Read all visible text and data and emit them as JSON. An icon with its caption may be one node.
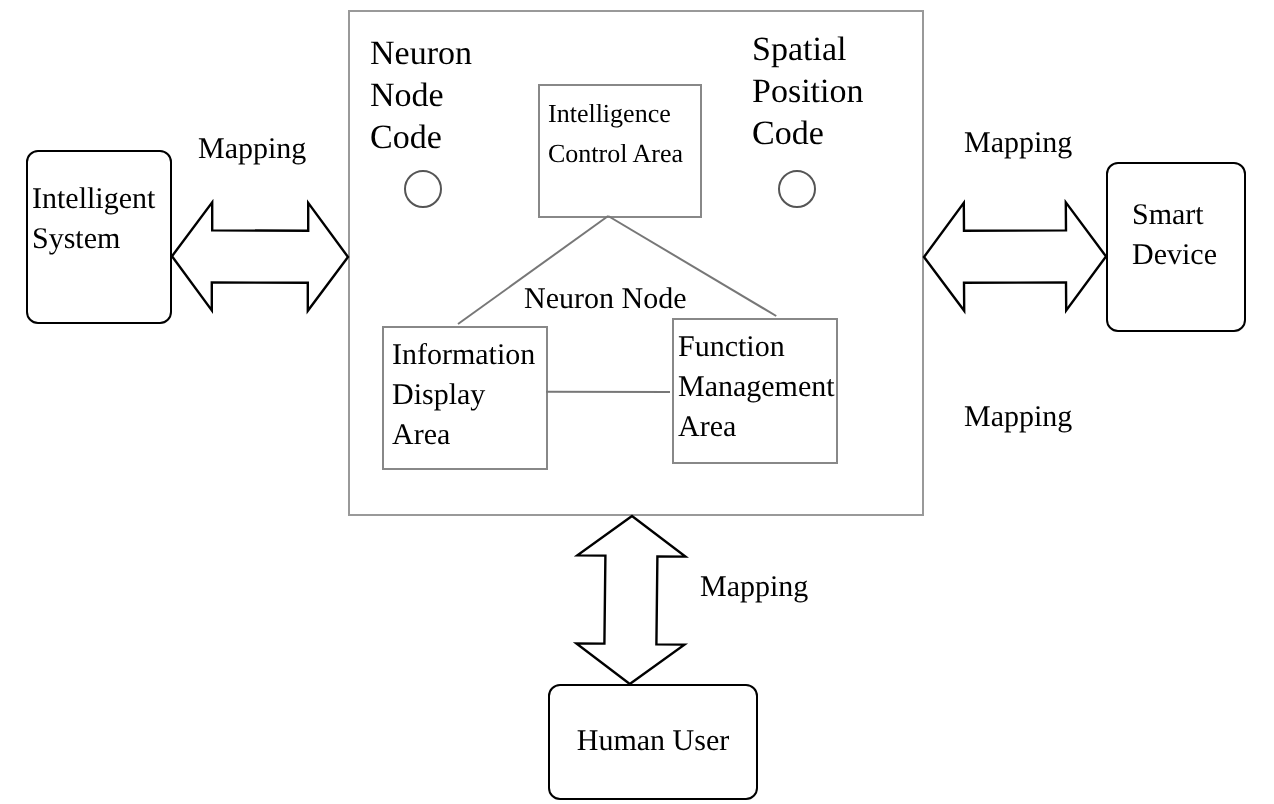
{
  "diagram": {
    "nodes": [
      {
        "text": [
          "Intelligent System"
        ]
      },
      {
        "text": [],
        "shape": "box"
      },
      {
        "text": [],
        "shape": "circle",
        "in": 1,
        "beside": [
          "Neuron Node Code"
        ]
      },
      {
        "text": [
          "Intelligence Control Area"
        ],
        "in": 1
      },
      {
        "text": [],
        "shape": "circle",
        "in": 1,
        "beside": [
          "Spatial Position Code"
        ]
      },
      {
        "text": [
          "Information Display Area"
        ],
        "in": 1
      },
      {
        "text": [
          "Function Management Area"
        ],
        "in": 1
      },
      {
        "text": [
          "Smart Device"
        ]
      },
      {
        "text": [
          "Human User"
        ]
      }
    ],
    "edges": [
      {
        "from": 0,
        "to": 1,
        "arrow": "both",
        "label": "Mapping"
      },
      {
        "from": 1,
        "to": 7,
        "arrow": "both",
        "label": "Mapping"
      },
      {
        "from": 1,
        "to": 8,
        "arrow": "both",
        "label": "Mapping"
      },
      {
        "from": 3,
        "to": 5,
        "arrow": "none"
      },
      {
        "from": 3,
        "to": 6,
        "arrow": "none"
      },
      {
        "from": 5,
        "to": 6,
        "arrow": "none"
      }
    ],
    "labels": [
      "Neuron Node",
      "Mapping"
    ]
  }
}
